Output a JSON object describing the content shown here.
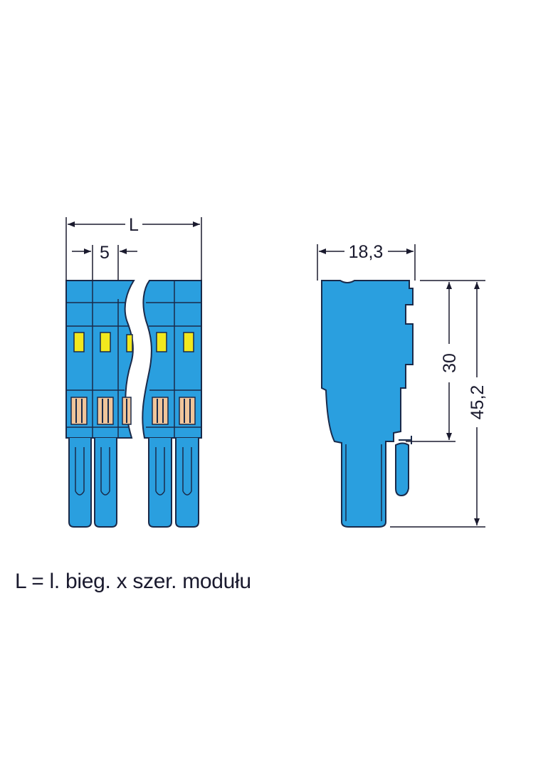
{
  "dimensions": {
    "overall_length": "L",
    "pitch": "5",
    "depth": "18,3",
    "body_height": "30",
    "total_height": "45,2"
  },
  "caption": "L = l. bieg. x szer. modułu",
  "colors": {
    "housing_blue": "#2a9fdf",
    "outline": "#1a2a4a",
    "slot_yellow": "#f2e81e",
    "contact_peach": "#f1c59a",
    "dimension_line": "#1a1a2e"
  }
}
